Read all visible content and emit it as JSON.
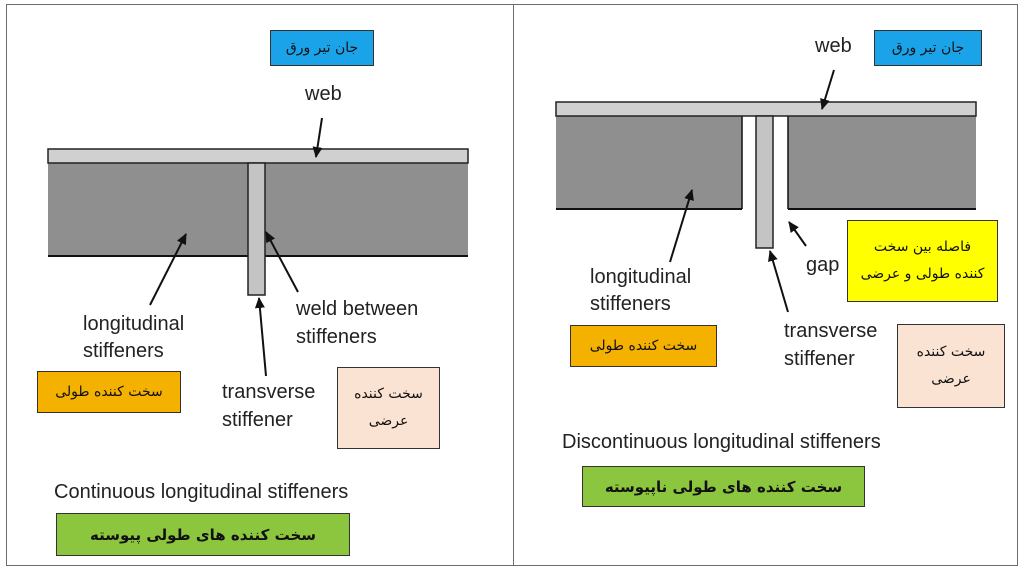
{
  "left": {
    "web_en": "web",
    "web_fa": "جان تیر ورق",
    "longitudinal_en_1": "longitudinal",
    "longitudinal_en_2": "stiffeners",
    "longitudinal_fa": "سخت کننده طولی",
    "weld_en_1": "weld between",
    "weld_en_2": "stiffeners",
    "transverse_en_1": "transverse",
    "transverse_en_2": "stiffener",
    "transverse_fa_1": "سخت کننده",
    "transverse_fa_2": "عرضی",
    "caption_en": "Continuous longitudinal stiffeners",
    "caption_fa": "سخت کننده های طولی پیوسته"
  },
  "right": {
    "web_en": "web",
    "web_fa": "جان تیر ورق",
    "longitudinal_en_1": "longitudinal",
    "longitudinal_en_2": "stiffeners",
    "longitudinal_fa": "سخت کننده طولی",
    "gap_en": "gap",
    "gap_fa_1": "فاصله بین سخت",
    "gap_fa_2": "کننده طولی و عرضی",
    "transverse_en_1": "transverse",
    "transverse_en_2": "stiffener",
    "transverse_fa_1": "سخت کننده",
    "transverse_fa_2": "عرضی",
    "caption_en": "Discontinuous longitudinal stiffeners",
    "caption_fa": "سخت کننده های طولی ناپیوسته"
  },
  "colors": {
    "web_plate": "#d0d0d0",
    "stiffener_gray": "#8f8f8f",
    "transverse_plate": "#c4c4c4",
    "box_blue": "#1aa3e8",
    "box_orange": "#f5b100",
    "box_peach": "#fbe3d4",
    "box_yellow": "#ffff00",
    "box_green": "#8cc63f"
  }
}
